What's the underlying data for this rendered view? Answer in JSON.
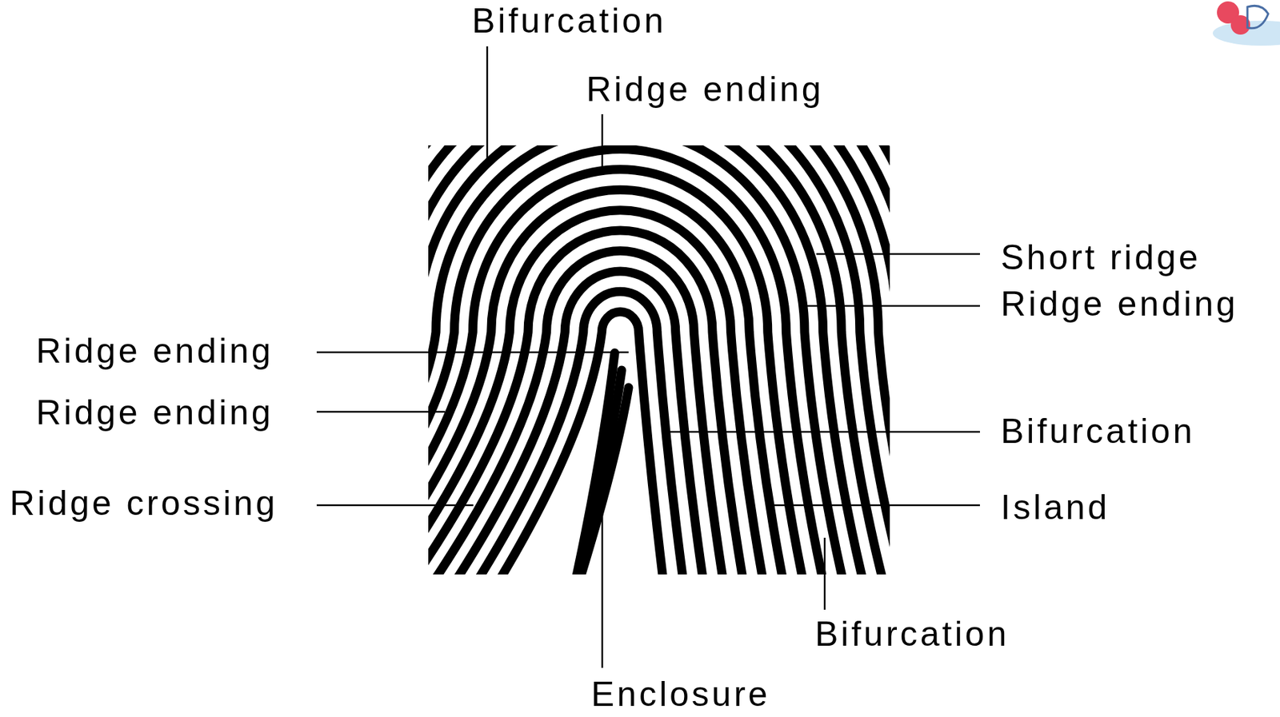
{
  "diagram": {
    "labels": [
      "Bifurcation",
      "Ridge ending",
      "Short ridge",
      "Ridge ending",
      "Ridge ending",
      "Ridge ending",
      "Bifurcation",
      "Ridge crossing",
      "Island",
      "Bifurcation",
      "Enclosure"
    ]
  }
}
